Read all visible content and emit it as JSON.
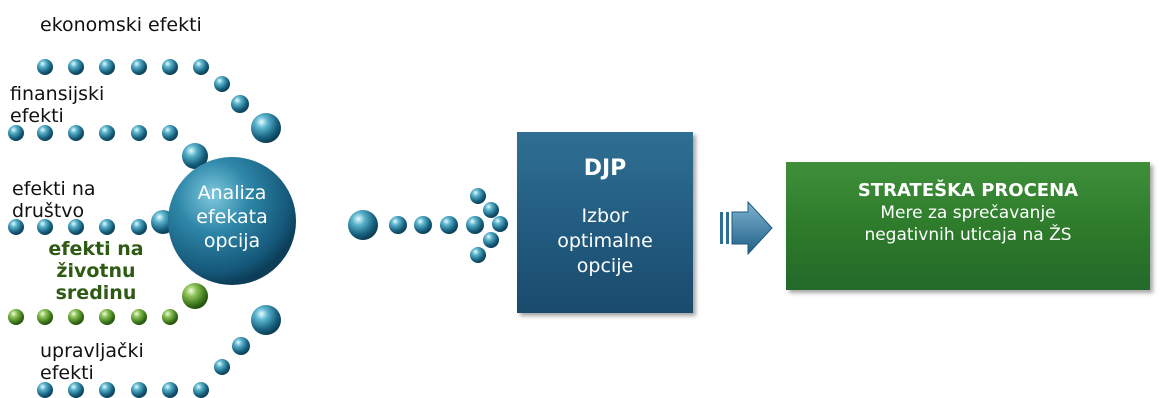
{
  "outcomes": {
    "economic": "ekonomski efekti",
    "financial": "finansijski efekti",
    "social": "efekti na društvo",
    "environment": "efekti na životnu sredinu",
    "management": "upravljački efekti"
  },
  "analysis_circle": "Analiza efekata opcija",
  "djp": {
    "title": "DJP",
    "subtitle": "Izbor optimalne opcije"
  },
  "strategic": {
    "title": "STRATEŠKA PROCENA",
    "subtitle": "Mere za sprečavanje negativnih uticaja na ŽS"
  },
  "colors": {
    "teal": "#1f6e8c",
    "green_box": "#2c7a2a",
    "green_text": "#2f5a14",
    "navy_box": "#20597d"
  }
}
